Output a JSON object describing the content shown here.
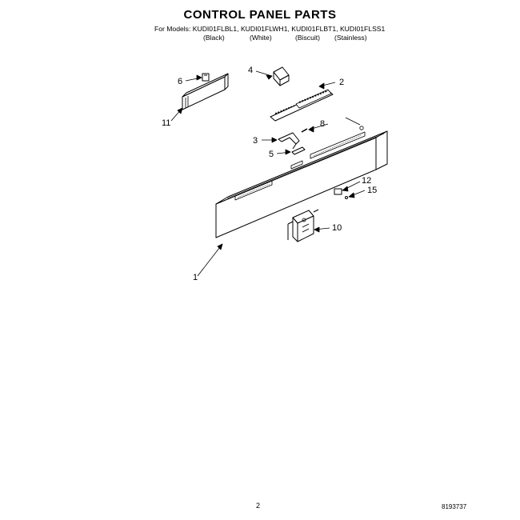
{
  "header": {
    "title": "CONTROL PANEL PARTS",
    "models_label": "For Models: KUDI01FLBL1, KUDI01FLWH1, KUDI01FLBT1, KUDI01FLSS1",
    "variants": [
      "(Black)",
      "(White)",
      "(Biscuit)",
      "(Stainless)"
    ]
  },
  "callouts": {
    "c1": "1",
    "c2": "2",
    "c3": "3",
    "c4": "4",
    "c5": "5",
    "c6": "6",
    "c8": "8",
    "c10": "10",
    "c11": "11",
    "c12": "12",
    "c15": "15"
  },
  "footer": {
    "page_number": "2",
    "doc_number": "8193737"
  }
}
